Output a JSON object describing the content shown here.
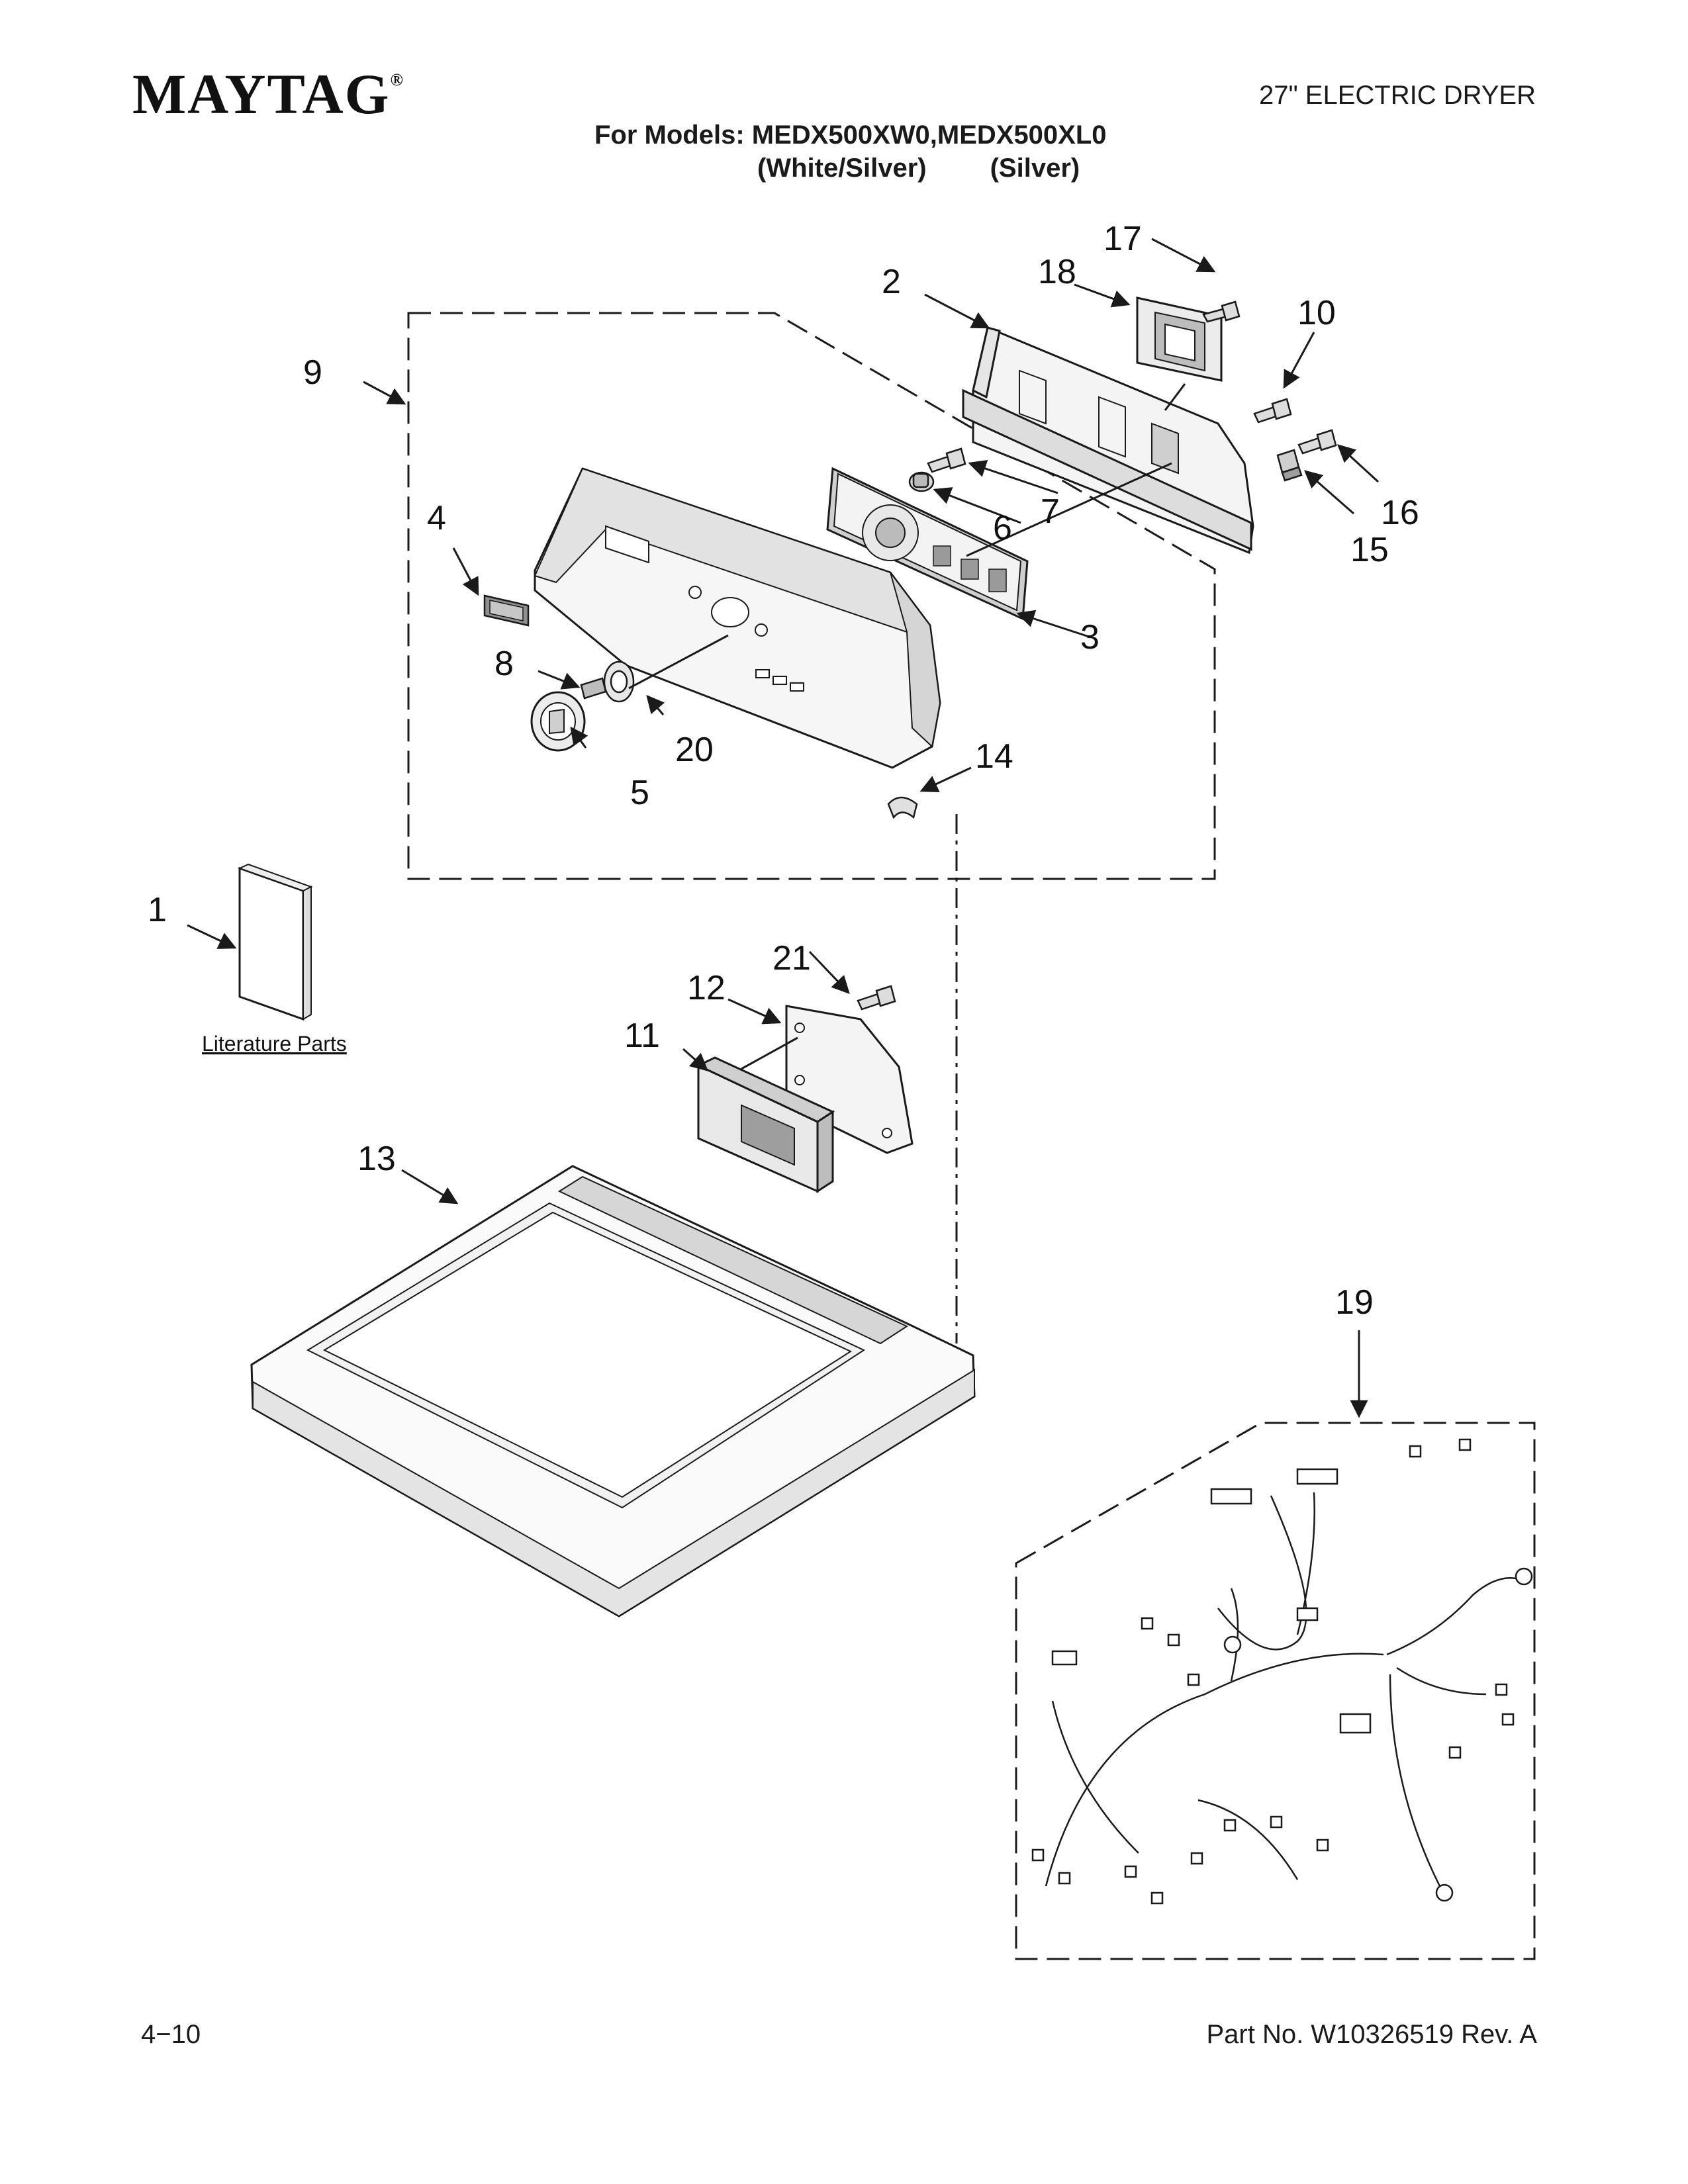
{
  "header": {
    "brand": "MAYTAG",
    "brand_mark": "®",
    "product": "27\" ELECTRIC DRYER",
    "models_line": "For Models: MEDX500XW0,MEDX500XL0",
    "variant_1": "(White/Silver)",
    "variant_2": "(Silver)"
  },
  "diagram": {
    "callouts": [
      "1",
      "2",
      "3",
      "4",
      "5",
      "6",
      "7",
      "8",
      "9",
      "10",
      "11",
      "12",
      "13",
      "14",
      "15",
      "16",
      "17",
      "18",
      "19",
      "20",
      "21"
    ],
    "literature_label": "Literature Parts"
  },
  "footer": {
    "page": "4−10",
    "part_no": "Part No. W10326519 Rev. A"
  },
  "colors": {
    "line": "#1a1a1a",
    "fill_light": "#f2f2f2",
    "fill_mid": "#d8d8d8",
    "paper": "#ffffff"
  }
}
